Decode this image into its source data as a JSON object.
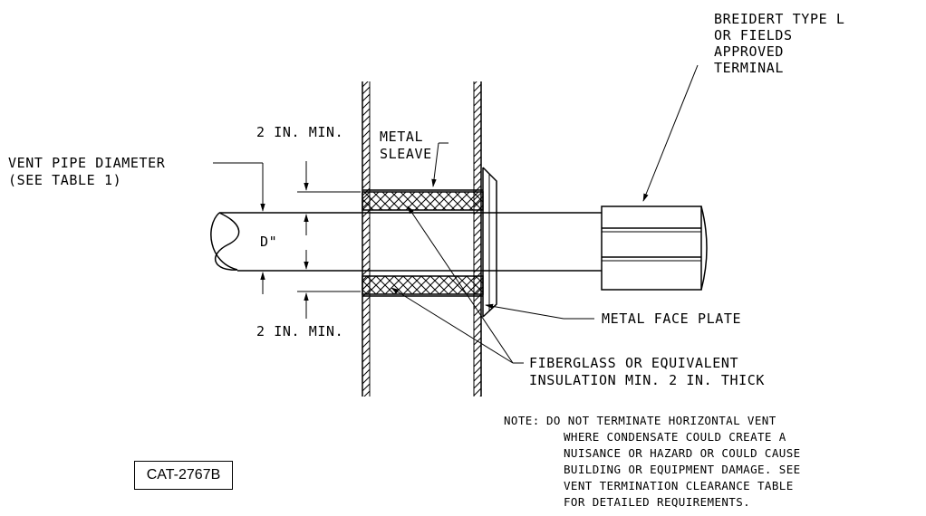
{
  "labels": {
    "terminal": [
      "BREIDERT TYPE L",
      "OR FIELDS",
      "APPROVED",
      "TERMINAL"
    ],
    "vent_pipe": [
      "VENT PIPE DIAMETER",
      "(SEE TABLE 1)"
    ],
    "min_top": "2 IN. MIN.",
    "min_bottom": "2 IN. MIN.",
    "sleeve": [
      "METAL",
      "SLEAVE"
    ],
    "diameter": "D\"",
    "face_plate": "METAL FACE PLATE",
    "insulation": [
      "FIBERGLASS OR EQUIVALENT",
      "INSULATION MIN. 2 IN. THICK"
    ]
  },
  "note": {
    "prefix": "NOTE:",
    "lines": [
      "DO NOT TERMINATE HORIZONTAL VENT",
      "WHERE CONDENSATE COULD CREATE A",
      "NUISANCE OR HAZARD OR COULD CAUSE",
      "BUILDING OR EQUIPMENT DAMAGE. SEE",
      "VENT TERMINATION CLEARANCE TABLE",
      "FOR DETAILED REQUIREMENTS."
    ]
  },
  "drawing_code": "CAT-2767B"
}
